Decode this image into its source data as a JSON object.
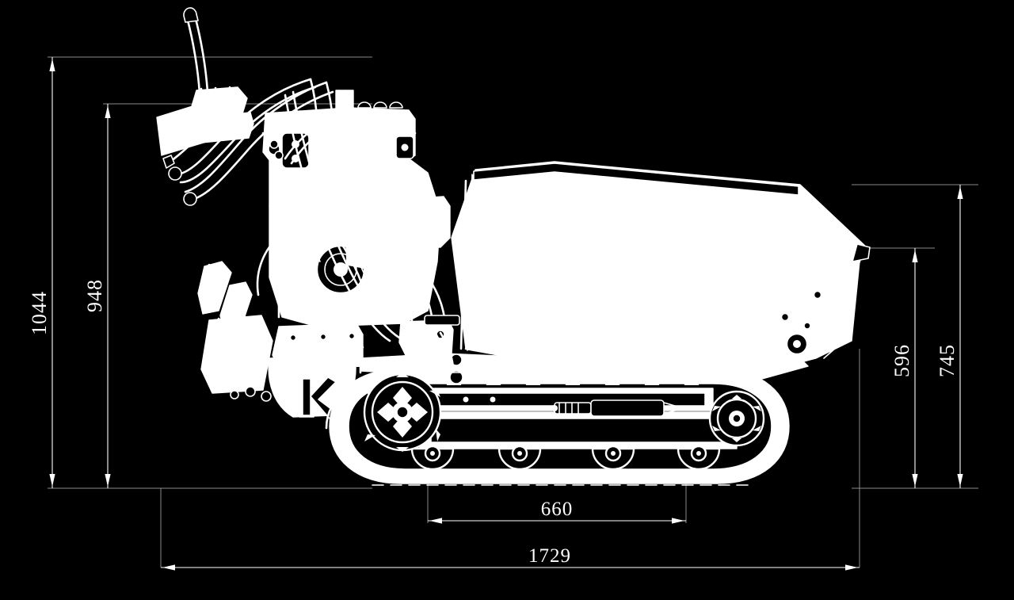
{
  "drawing": {
    "title": "Tracked mini dumper - side elevation dimensional drawing",
    "background_color": "#000000",
    "line_color": "#ffffff",
    "fill_color": "#ffffff",
    "view": "side elevation (left side)",
    "units": "mm",
    "style": "inverted CAD line drawing (white on black)"
  },
  "dimensions": {
    "overall_height": {
      "label": "1044",
      "orientation": "vertical",
      "position": "far-left",
      "description": "Overall machine height including control handlebar"
    },
    "handlebar_height": {
      "label": "948",
      "orientation": "vertical",
      "position": "left-inner",
      "description": "Height to handlebar grip / operator control level"
    },
    "bed_height": {
      "label": "596",
      "orientation": "vertical",
      "position": "right-inner",
      "description": "Height to top of dump bed rear edge"
    },
    "hopper_height": {
      "label": "745",
      "orientation": "vertical",
      "position": "far-right",
      "description": "Height to top of hopper / skip body"
    },
    "track_gauge": {
      "label": "660",
      "orientation": "horizontal",
      "position": "bottom-inner",
      "description": "Track ground contact length / inner span"
    },
    "overall_length": {
      "label": "1729",
      "orientation": "horizontal",
      "position": "bottom-outer",
      "description": "Overall machine length"
    }
  },
  "machine": {
    "type": "tracked mini dumper / power barrow",
    "branding": {
      "logo_text": "K",
      "location": "engine side cover panel"
    },
    "components": [
      {
        "name": "control-handlebar",
        "description": "Curved twin-tube handlebar with levers and throttle cables"
      },
      {
        "name": "throttle-lever",
        "description": "Upright control lever at top of handlebar"
      },
      {
        "name": "handlebar-grip",
        "description": "Forward angled grip bar with control plates"
      },
      {
        "name": "engine-block",
        "description": "Petrol engine with fuel tank and air filter"
      },
      {
        "name": "fuel-tank",
        "description": "Top mounted fuel tank with filler cap"
      },
      {
        "name": "hydraulic-hoses",
        "description": "Routed hydraulic and control hose bundle"
      },
      {
        "name": "dump-bed",
        "description": "Tipping skip body / hopper with angled sides"
      },
      {
        "name": "hydraulic-ram",
        "description": "Tipping cylinder under bed"
      },
      {
        "name": "rubber-track",
        "description": "Continuous rubber track with lugs"
      },
      {
        "name": "drive-sprocket",
        "description": "Front drive sprocket with spokes"
      },
      {
        "name": "idler-wheel",
        "description": "Rear idler wheel"
      },
      {
        "name": "track-rollers",
        "description": "Four bogie rollers along track base"
      },
      {
        "name": "side-cover",
        "description": "Engine side cover panel carrying logo"
      },
      {
        "name": "pedal-lever",
        "description": "Foot pedal / parking lever at front lower"
      },
      {
        "name": "hydraulic-valve",
        "description": "Control valve block mid-chassis"
      }
    ]
  }
}
